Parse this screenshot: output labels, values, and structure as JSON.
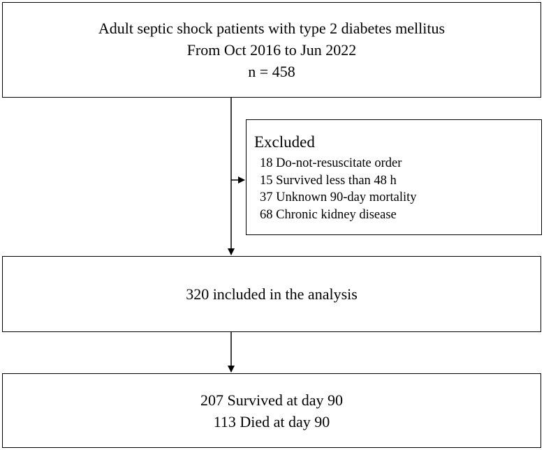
{
  "top_box": {
    "lines": [
      "Adult septic shock patients with type 2 diabetes mellitus",
      "From Oct 2016 to Jun 2022",
      "n = 458"
    ]
  },
  "excluded_box": {
    "heading": "Excluded",
    "items": [
      "18 Do-not-resuscitate order",
      "15 Survived less than 48 h",
      "37 Unknown 90-day mortality",
      "68 Chronic kidney disease"
    ]
  },
  "included_box": {
    "text": "320 included in the analysis"
  },
  "outcome_box": {
    "lines": [
      "207 Survived at day 90",
      "113 Died at day 90"
    ]
  }
}
